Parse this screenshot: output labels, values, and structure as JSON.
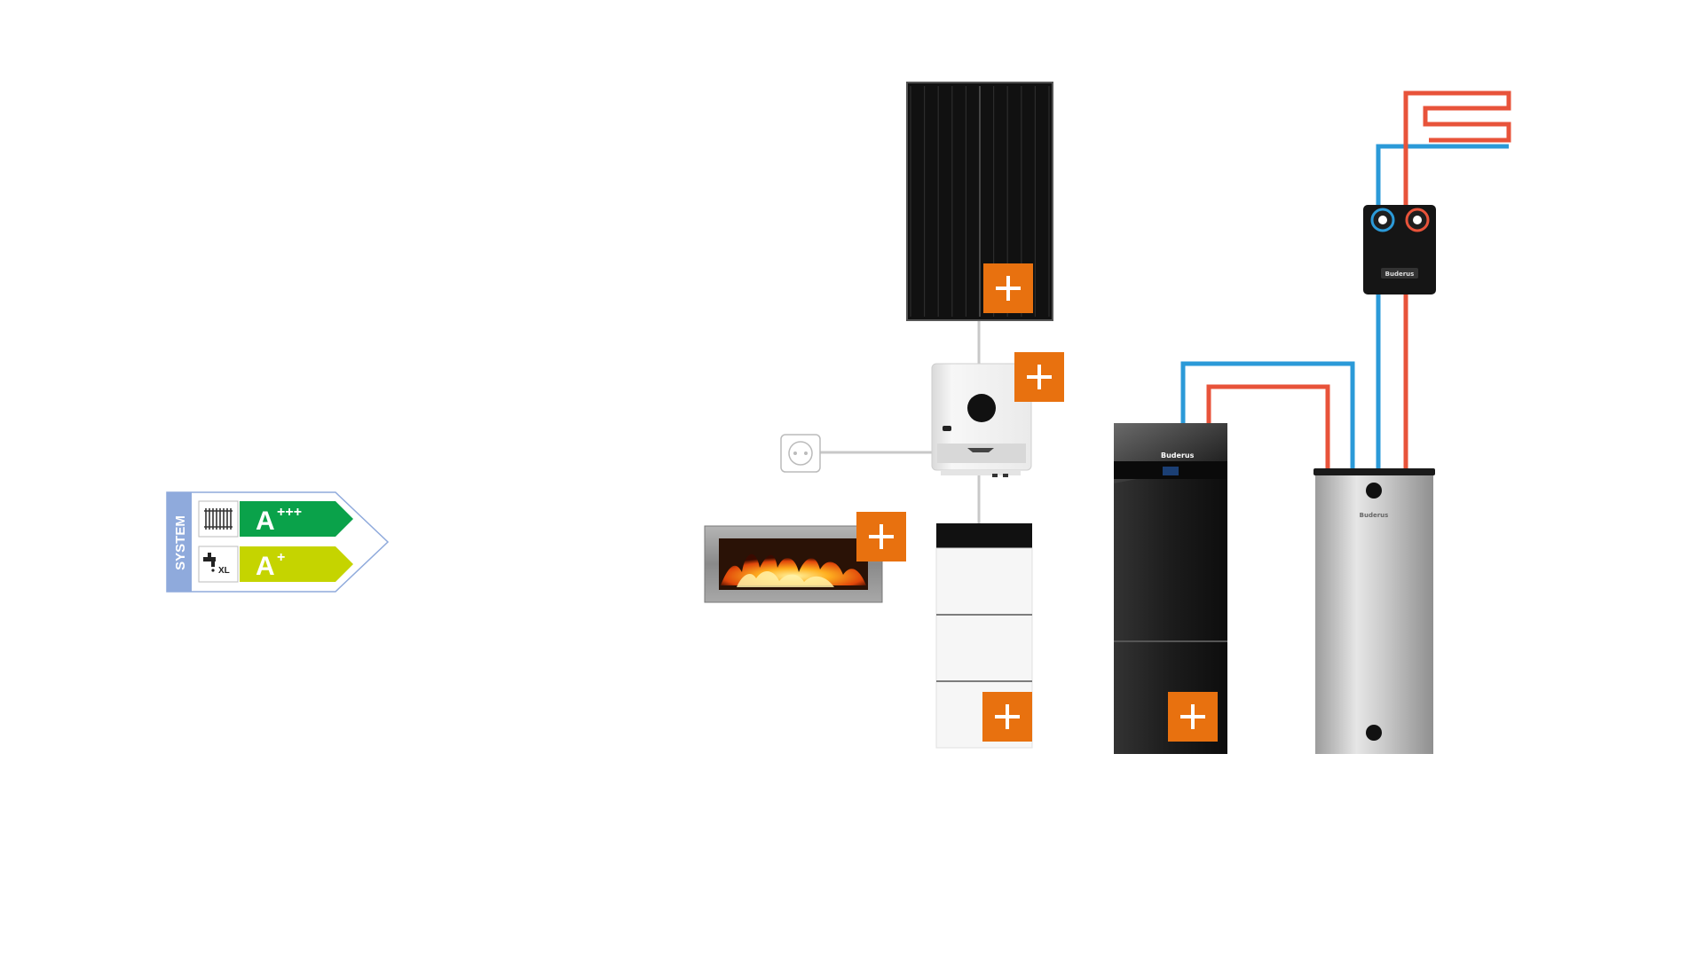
{
  "energy_label": {
    "system_label": "SYSTEM",
    "heating_class": "A",
    "heating_superscript": "+++",
    "water_class": "A",
    "water_superscript": "+",
    "water_profile": "XL",
    "colors": {
      "heating_arrow": "#0aa24a",
      "water_arrow": "#c5d400",
      "side_band": "#8faadc"
    }
  },
  "brand": {
    "heatpump_brand": "Buderus",
    "station_brand": "Buderus",
    "tank_brand": "Buderus"
  },
  "components": {
    "solar_panel": "solar-panel",
    "inverter": "inverter",
    "wall_socket": "wall-socket",
    "fireplace": "fireplace",
    "battery_storage": "battery-storage",
    "heat_pump": "heat-pump",
    "storage_tank": "hot-water-tank",
    "pump_station": "pump-station",
    "floor_heating": "underfloor-heating-coil"
  },
  "accent_colors": {
    "plus_button": "#e8710f",
    "supply_pipe": "#e8533a",
    "return_pipe": "#2b9ad8"
  }
}
